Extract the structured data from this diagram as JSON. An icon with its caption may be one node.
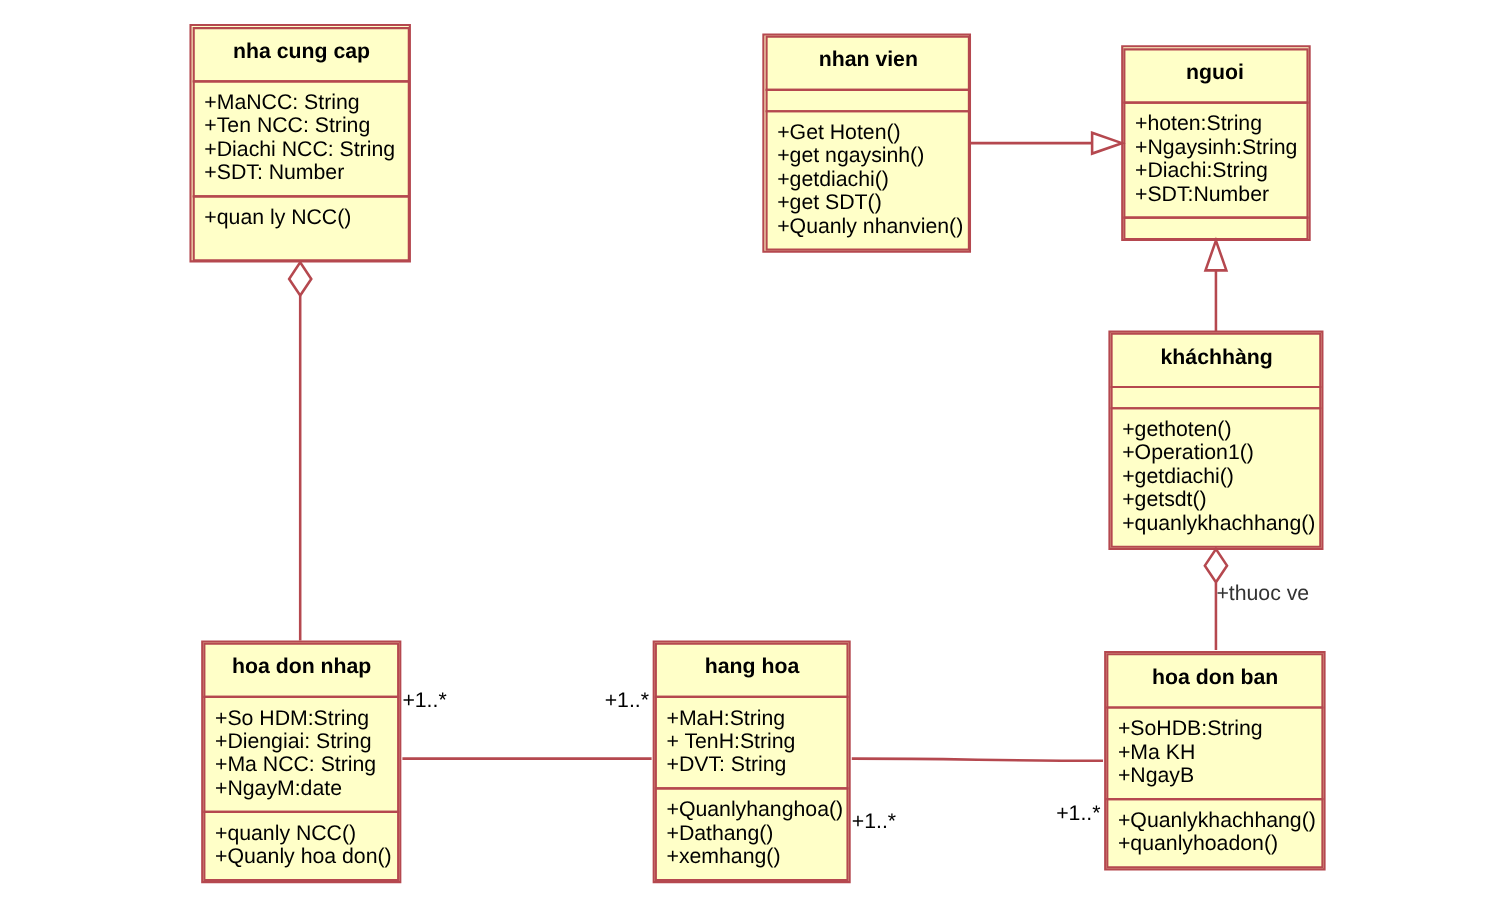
{
  "diagram": {
    "nodes": [
      {
        "text": [
          "nha cung cap",
          "+MaNCC: String",
          "+Ten NCC: String",
          "+Diachi NCC: String",
          "+SDT: Number",
          "+quan ly NCC()"
        ]
      },
      {
        "text": [
          "nhan vien",
          "+Get Hoten()",
          "+get ngaysinh()",
          "+getdiachi()",
          "+get SDT()",
          "+Quanly nhanvien()"
        ]
      },
      {
        "text": [
          "nguoi",
          "+hoten:String",
          "+Ngaysinh:String",
          "+Diachi:String",
          "+SDT:Number"
        ]
      },
      {
        "text": [
          "kháchhàng",
          "+gethoten()",
          "+Operation1()",
          "+getdiachi()",
          "+getsdt()",
          "+quanlykhachhang()"
        ]
      },
      {
        "text": [
          "hoa don nhap",
          "+So HDM:String",
          "+Diengiai: String",
          "+Ma NCC: String",
          "+NgayM:date",
          "+quanly NCC()",
          "+Quanly hoa don()"
        ],
        "beside": [
          "+1..*"
        ]
      },
      {
        "text": [
          "hang hoa",
          "+MaH:String",
          "+ TenH:String",
          "+DVT: String",
          "+Quanlyhanghoa()",
          "+Dathang()",
          "+xemhang()"
        ],
        "beside": [
          "+1..*",
          "+1..*"
        ]
      },
      {
        "text": [
          "hoa don ban",
          "+SoHDB:String",
          "+Ma KH",
          "+NgayB",
          "+Quanlykhachhang()",
          "+quanlyhoadon()"
        ],
        "beside": [
          "+1..*"
        ]
      }
    ],
    "edges": [
      {
        "from": 4,
        "to": 0,
        "arrow": "other"
      },
      {
        "from": 1,
        "to": 2,
        "arrow": "to"
      },
      {
        "from": 3,
        "to": 2,
        "arrow": "to"
      },
      {
        "from": 6,
        "to": 3,
        "arrow": "other",
        "label": "+thuoc ve"
      },
      {
        "from": 4,
        "to": 5,
        "arrow": "none"
      },
      {
        "from": 5,
        "to": 6,
        "arrow": "none"
      }
    ]
  }
}
